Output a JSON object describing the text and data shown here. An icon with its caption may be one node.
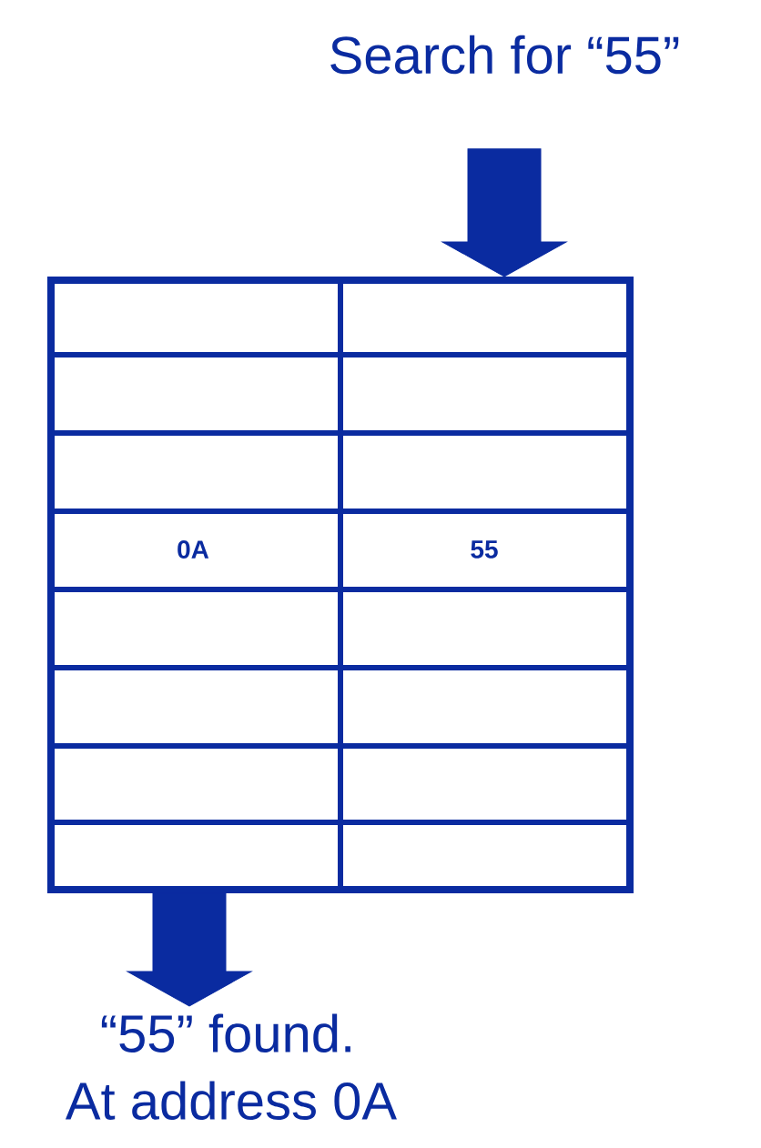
{
  "diagram": {
    "nodes": [
      {
        "text": [
          "Search for “55”"
        ]
      },
      {
        "text": [],
        "shape": "box"
      },
      {
        "text": [
          "“55” found.",
          "At address 0A"
        ]
      }
    ],
    "edges": [
      {
        "from": 0,
        "to": 1,
        "arrow": "to"
      },
      {
        "from": 1,
        "to": 2,
        "arrow": "to"
      }
    ],
    "labels": [
      "0A",
      "55"
    ]
  }
}
